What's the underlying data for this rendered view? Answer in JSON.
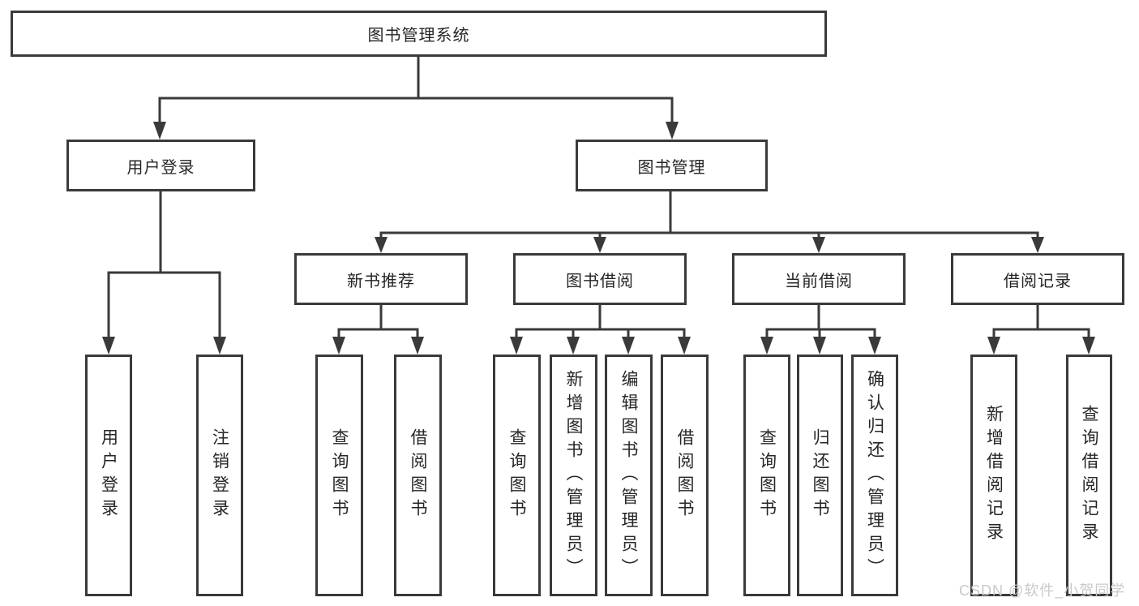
{
  "root": {
    "label": "图书管理系统"
  },
  "branches": {
    "user": {
      "label": "用户登录",
      "children": [
        {
          "label": "用户登录"
        },
        {
          "label": "注销登录"
        }
      ]
    },
    "books": {
      "label": "图书管理",
      "sections": [
        {
          "label": "新书推荐",
          "children": [
            {
              "label": "查询图书"
            },
            {
              "label": "借阅图书"
            }
          ]
        },
        {
          "label": "图书借阅",
          "children": [
            {
              "label": "查询图书"
            },
            {
              "label": "新增图书（管理员）"
            },
            {
              "label": "编辑图书（管理员）"
            },
            {
              "label": "借阅图书"
            }
          ]
        },
        {
          "label": "当前借阅",
          "children": [
            {
              "label": "查询图书"
            },
            {
              "label": "归还图书"
            },
            {
              "label": "确认归还（管理员）"
            }
          ]
        },
        {
          "label": "借阅记录",
          "children": [
            {
              "label": "新增借阅记录"
            },
            {
              "label": "查询借阅记录"
            }
          ]
        }
      ]
    }
  },
  "watermark": {
    "text": "CSDN @软件_小贺同学"
  },
  "colors": {
    "line": "#3a3a3a",
    "text": "#262626",
    "watermark": "#c9c9c9",
    "background": "#ffffff"
  }
}
